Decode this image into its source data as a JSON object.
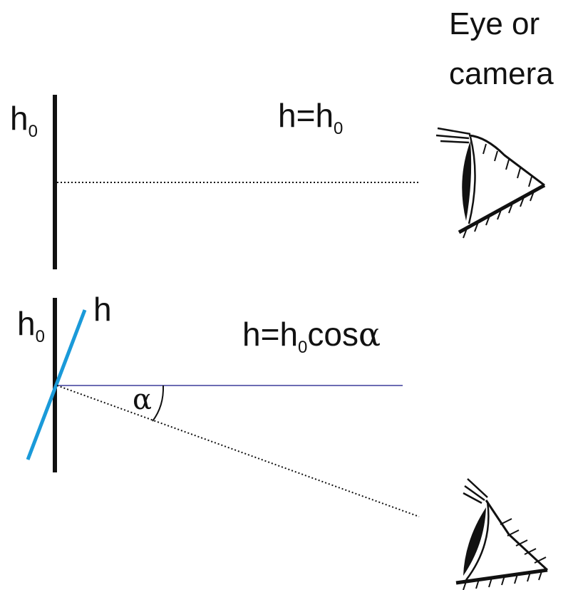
{
  "caption": {
    "line1": "Eye or",
    "line2": "camera"
  },
  "top_panel": {
    "object_label": {
      "base": "h",
      "sub": "0"
    },
    "equation": {
      "lhs": "h=h",
      "sub": "0"
    }
  },
  "bottom_panel": {
    "object_label": {
      "base": "h",
      "sub": "0"
    },
    "tilted_label": "h",
    "equation": {
      "lhs": "h=h",
      "sub": "0",
      "rhs": "cos",
      "greek": "α"
    },
    "angle_label": "α"
  },
  "colors": {
    "object_line": "#111111",
    "tilted_object": "#1a9ad9",
    "reference_line": "#3c3c9a",
    "sight_line": "#111111"
  },
  "icons": {
    "top_eye": "eye-icon",
    "bottom_eye": "eye-icon"
  }
}
